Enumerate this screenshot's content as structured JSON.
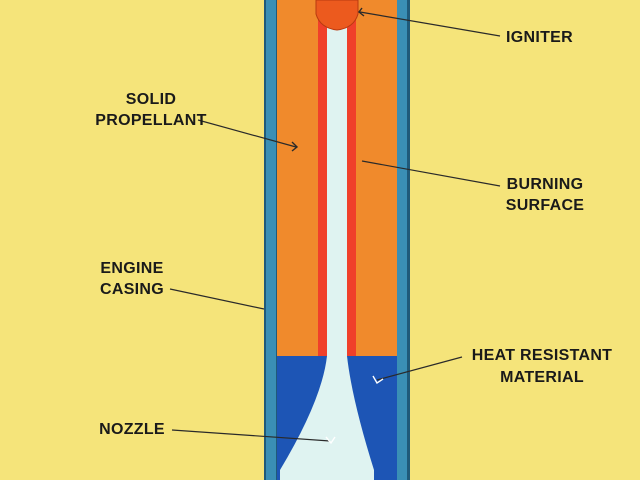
{
  "labels": {
    "igniter": "IGNITER",
    "solid_propellant_1": "SOLID",
    "solid_propellant_2": "PROPELLANT",
    "burning_surface_1": "BURNING",
    "burning_surface_2": "SURFACE",
    "engine_casing_1": "ENGINE",
    "engine_casing_2": "CASING",
    "heat_resistant_1": "HEAT RESISTANT",
    "heat_resistant_2": "MATERIAL",
    "nozzle": "NOZZLE"
  },
  "colors": {
    "background": "#f5e47a",
    "casing_outer": "#1f5a7a",
    "casing_inner": "#3a8fb5",
    "propellant": "#f08a2c",
    "burning_surface": "#f0402a",
    "core": "#dff3f1",
    "heat_resistant": "#1d55b5",
    "igniter": "#ec5a1e",
    "text": "#1a1a1a"
  }
}
